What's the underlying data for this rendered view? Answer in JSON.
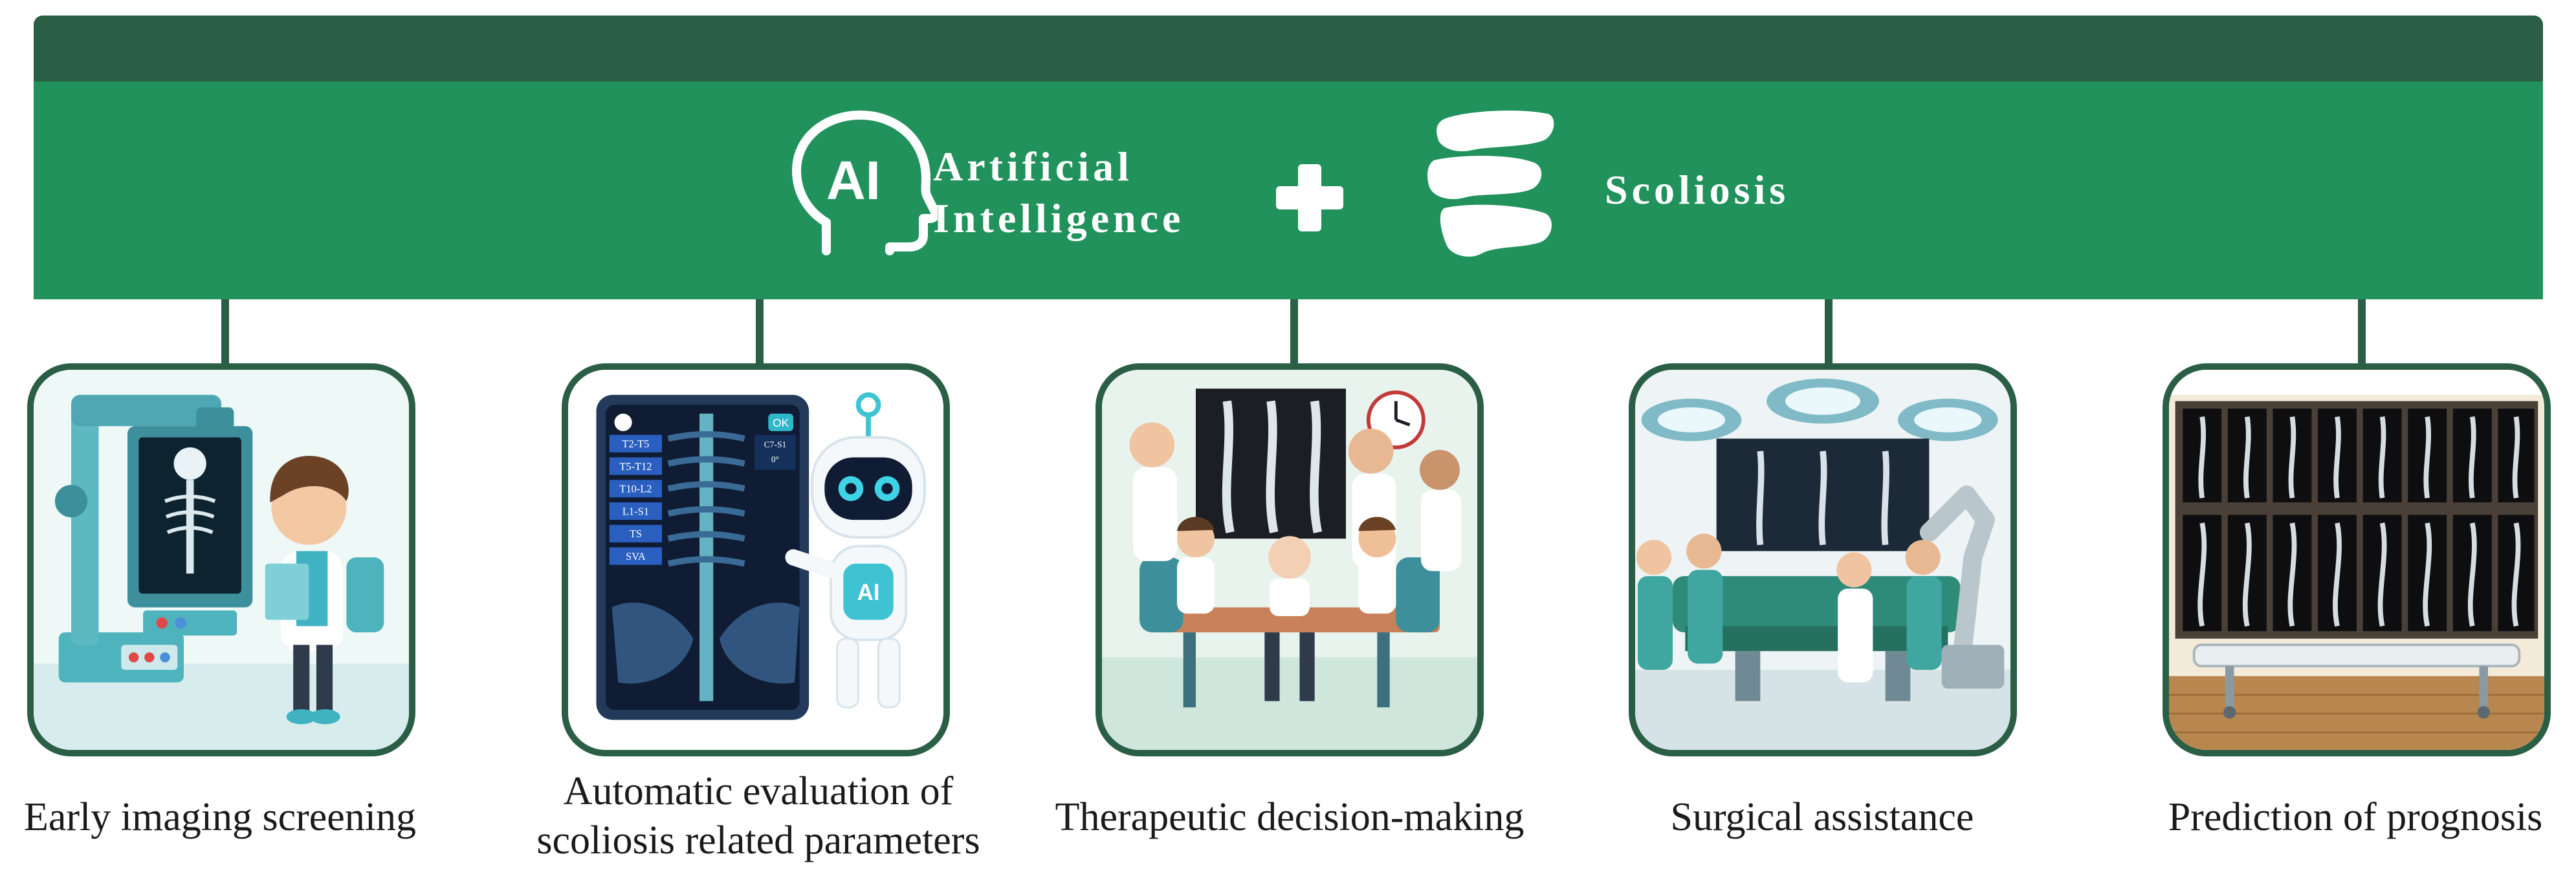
{
  "header": {
    "title_line1": "Artificial",
    "title_line2": "Intelligence",
    "title_right": "Scoliosis",
    "icon_left": "ai-head-icon",
    "icon_mid": "plus-icon",
    "icon_right": "vertebrae-icon"
  },
  "colors": {
    "banner": "#21925c",
    "banner_dark": "#2a5e45",
    "text": "#1a1a1a"
  },
  "cards": [
    {
      "label": "Early imaging screening",
      "icon": "xray-screening-illustration"
    },
    {
      "label_line1": "Automatic evaluation of",
      "label_line2": "scoliosis related parameters",
      "icon": "ai-robot-tablet-illustration",
      "tablet": {
        "items": [
          "T2-T5",
          "T5-T12",
          "T10-L2",
          "L1-S1",
          "TS",
          "SVA"
        ],
        "ok": "OK",
        "right_top": "C7-S1",
        "right_val": "0°"
      },
      "robot_badge": "AI"
    },
    {
      "label": "Therapeutic decision-making",
      "icon": "doctors-meeting-illustration"
    },
    {
      "label": "Surgical assistance",
      "icon": "operating-room-illustration"
    },
    {
      "label": "Prediction of prognosis",
      "icon": "xray-wall-illustration"
    }
  ]
}
